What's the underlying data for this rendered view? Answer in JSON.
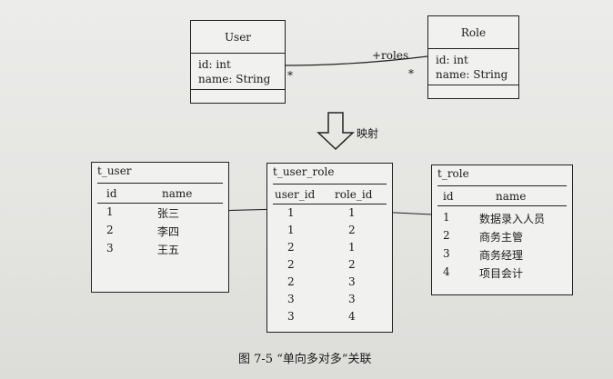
{
  "uml": {
    "user": {
      "name": "User",
      "attributes": [
        "id: int",
        "name: String"
      ]
    },
    "role": {
      "name": "Role",
      "attributes": [
        "id: int",
        "name: String"
      ]
    },
    "association_label": "+roles",
    "mult_left": "*",
    "mult_right": "*"
  },
  "mapping_label": "映射",
  "tables": {
    "t_user": {
      "name": "t_user",
      "columns": [
        "id",
        "name"
      ],
      "rows": [
        [
          "1",
          "张三"
        ],
        [
          "2",
          "李四"
        ],
        [
          "3",
          "王五"
        ]
      ]
    },
    "t_user_role": {
      "name": "t_user_role",
      "columns": [
        "user_id",
        "role_id"
      ],
      "rows": [
        [
          "1",
          "1"
        ],
        [
          "1",
          "2"
        ],
        [
          "2",
          "1"
        ],
        [
          "2",
          "2"
        ],
        [
          "2",
          "3"
        ],
        [
          "3",
          "3"
        ],
        [
          "3",
          "4"
        ]
      ]
    },
    "t_role": {
      "name": "t_role",
      "columns": [
        "id",
        "name"
      ],
      "rows": [
        [
          "1",
          "数据录入人员"
        ],
        [
          "2",
          "商务主管"
        ],
        [
          "3",
          "商务经理"
        ],
        [
          "4",
          "项目会计"
        ]
      ]
    }
  },
  "caption": "图 7-5 “单向多对多”关联"
}
